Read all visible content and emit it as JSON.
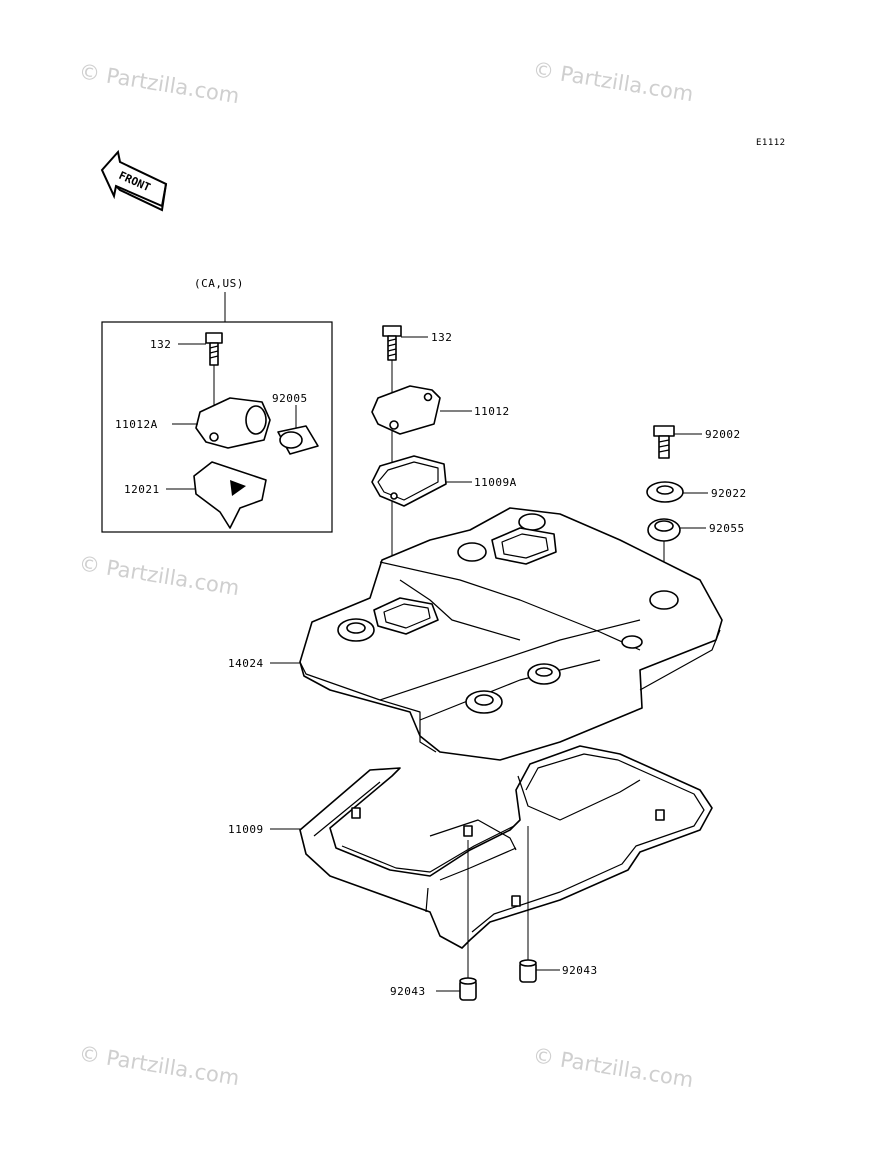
{
  "diagram": {
    "code": "E1112",
    "front_label": "FRONT",
    "region_label": "(CA,US)",
    "watermark_text": "© Partzilla.com",
    "parts": [
      {
        "id": "p132a",
        "label": "132"
      },
      {
        "id": "p11012A",
        "label": "11012A"
      },
      {
        "id": "p92005",
        "label": "92005"
      },
      {
        "id": "p12021",
        "label": "12021"
      },
      {
        "id": "p132b",
        "label": "132"
      },
      {
        "id": "p11012",
        "label": "11012"
      },
      {
        "id": "p11009A",
        "label": "11009A"
      },
      {
        "id": "p92002",
        "label": "92002"
      },
      {
        "id": "p92022",
        "label": "92022"
      },
      {
        "id": "p92055",
        "label": "92055"
      },
      {
        "id": "p14024",
        "label": "14024"
      },
      {
        "id": "p11009",
        "label": "11009"
      },
      {
        "id": "p92043a",
        "label": "92043"
      },
      {
        "id": "p92043b",
        "label": "92043"
      }
    ]
  }
}
